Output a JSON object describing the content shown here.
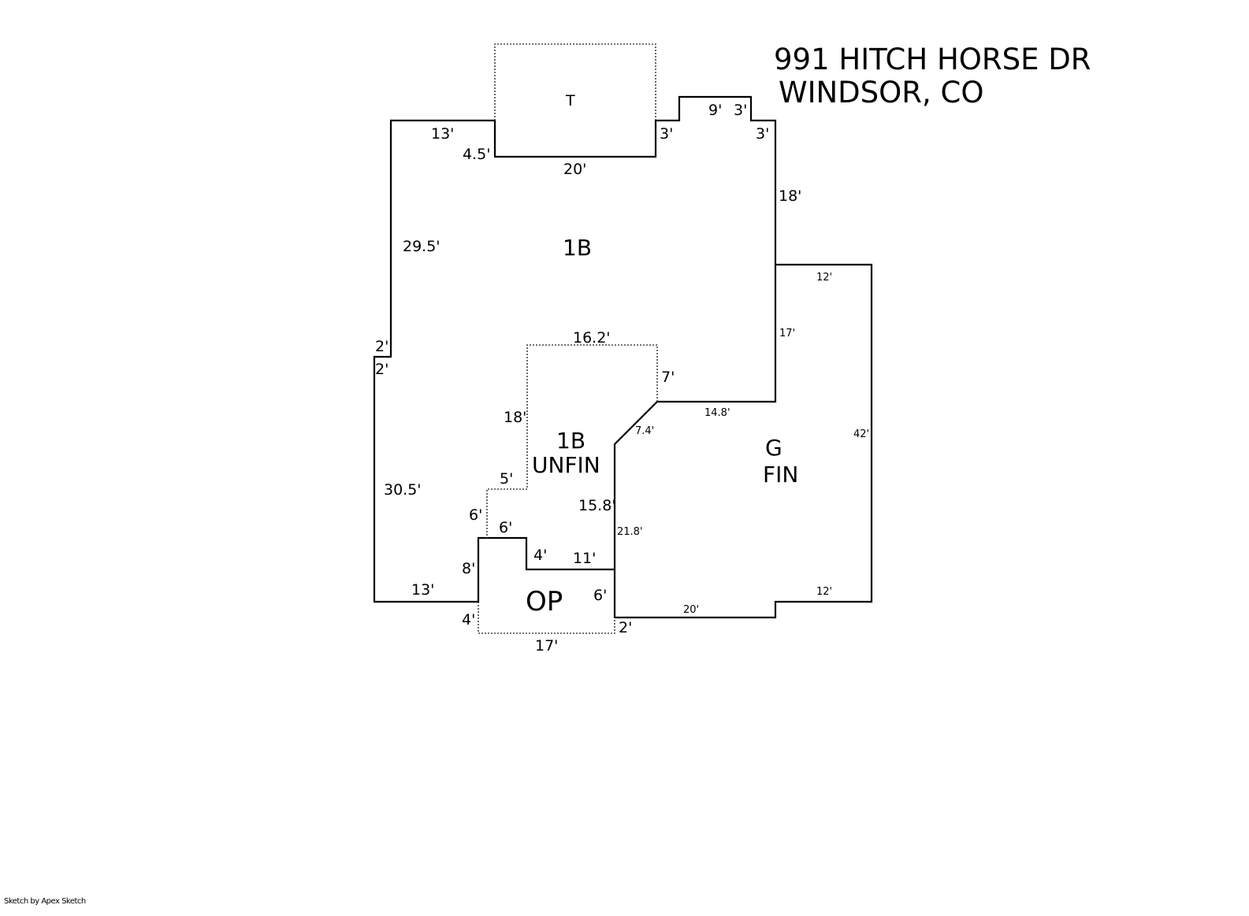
{
  "title": {
    "line1": "991 HITCH HORSE DR",
    "line2": "WINDSOR, CO"
  },
  "areas": {
    "main": "1B",
    "terrace": "T",
    "unfinished_line1": "1B",
    "unfinished_line2": "UNFIN",
    "garage_line1": "G",
    "garage_line2": "FIN",
    "porch": "OP"
  },
  "dimensions": {
    "d13_top": "13'",
    "d4_5": "4.5'",
    "d20_top": "20'",
    "d3_a": "3'",
    "d9": "9'",
    "d3_b": "3'",
    "d3_c": "3'",
    "d18_right": "18'",
    "d29_5": "29.5'",
    "d2_a": "2'",
    "d2_b": "2'",
    "d30_5": "30.5'",
    "d13_bottom": "13'",
    "d8": "8'",
    "d4_op": "4'",
    "d17": "17'",
    "d2_op": "2'",
    "d6_op": "6'",
    "d6_top": "6'",
    "d4_step": "4'",
    "d11": "11'",
    "d6_left": "6'",
    "d5": "5'",
    "d18_unfin": "18'",
    "d16_2": "16.2'",
    "d7": "7'",
    "d15_8": "15.8'",
    "d7_4": "7.4'",
    "d14_8": "14.8'",
    "d21_8": "21.8'",
    "d12_top": "12'",
    "d17_g": "17'",
    "d42": "42'",
    "d12_bottom": "12'",
    "d20_g": "20'"
  },
  "footer": "Sketch by Apex Sketch"
}
